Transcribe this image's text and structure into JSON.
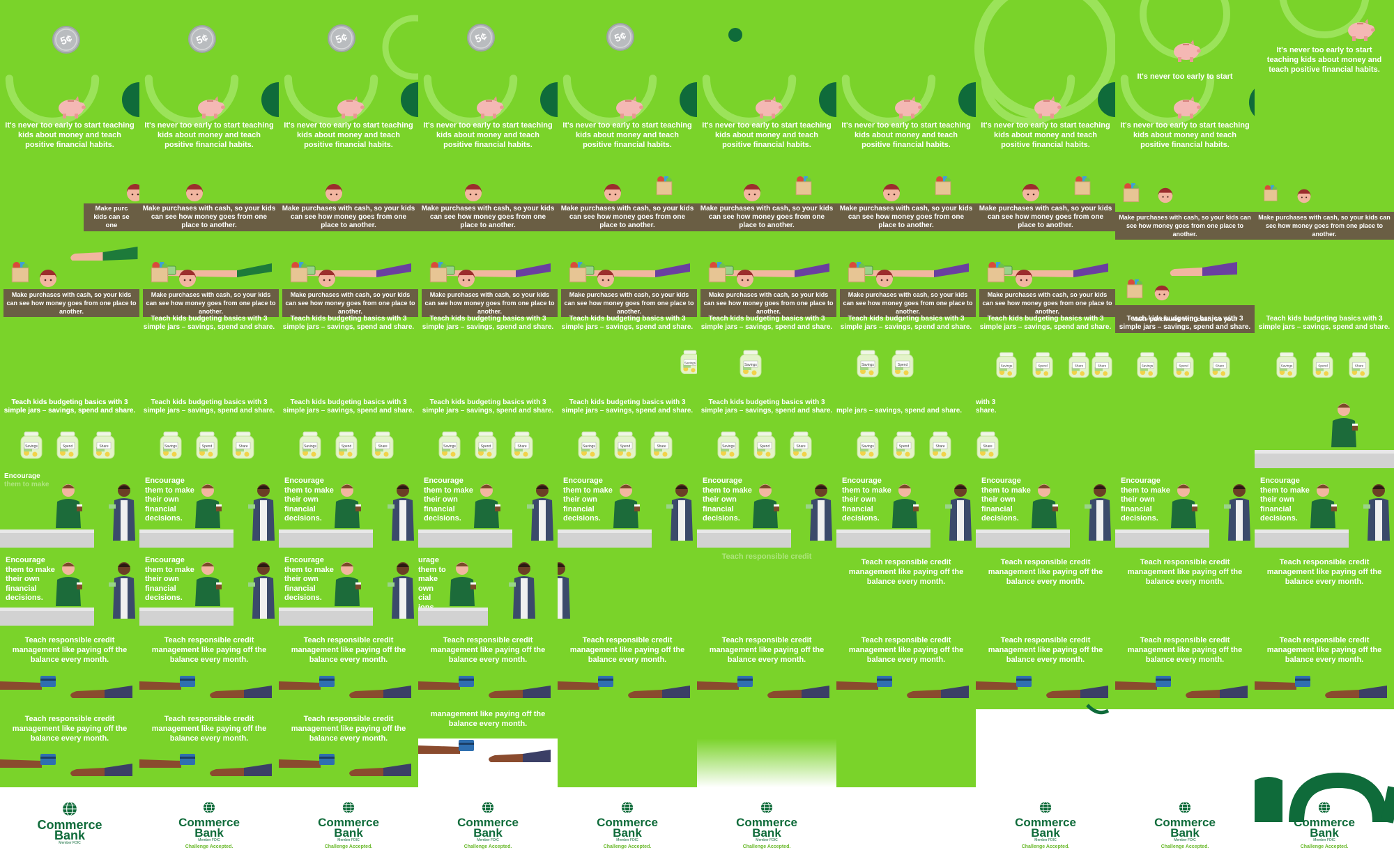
{
  "colors": {
    "green": "#7ad32a",
    "dark_green": "#0f6b3a",
    "bar": "#6a5e44",
    "white": "#ffffff",
    "slogan": "#6ab92c"
  },
  "icons": [
    "coin-5-cent-icon",
    "piggy-bank-icon",
    "grocery-bag-icon",
    "money-jar-icon",
    "coffee-cup-icon",
    "credit-card-icon",
    "globe-logo-icon"
  ],
  "coin_label": "5¢",
  "messages": {
    "early": "It's never too early to start teaching kids about money and teach positive financial habits.",
    "early_cut": "It's never too early to start",
    "cash": "Make purchases with cash, so your kids can see how money goes from one place to another.",
    "cash_cut": "Make purchases with cash, so your",
    "cash_left": "Make purc\nkids can se\none",
    "jars": "Teach kids budgeting basics with 3 simple jars – savings, spend and share.",
    "jars_cut1": "mple jars – savings, spend and share.",
    "jars_cut2": "with 3",
    "jars_cut3": "share.",
    "encourage": "Encourage them to make their own financial decisions.",
    "encourage_faint": "Encourage",
    "encourage_faint2": "them to make",
    "encourage_cut": "urage\nthem to make\nown\ncial\nions.",
    "credit": "Teach responsible credit management like paying off the balance every month.",
    "credit_faint": "Teach responsible credit",
    "credit_cut": "management like paying off the balance every month."
  },
  "jar_labels": [
    "Savings",
    "Spend",
    "Share"
  ],
  "footer": {
    "brand_line1": "Commerce",
    "brand_line2": "Bank",
    "member": "Member FDIC",
    "slogan": "Challenge Accepted."
  }
}
